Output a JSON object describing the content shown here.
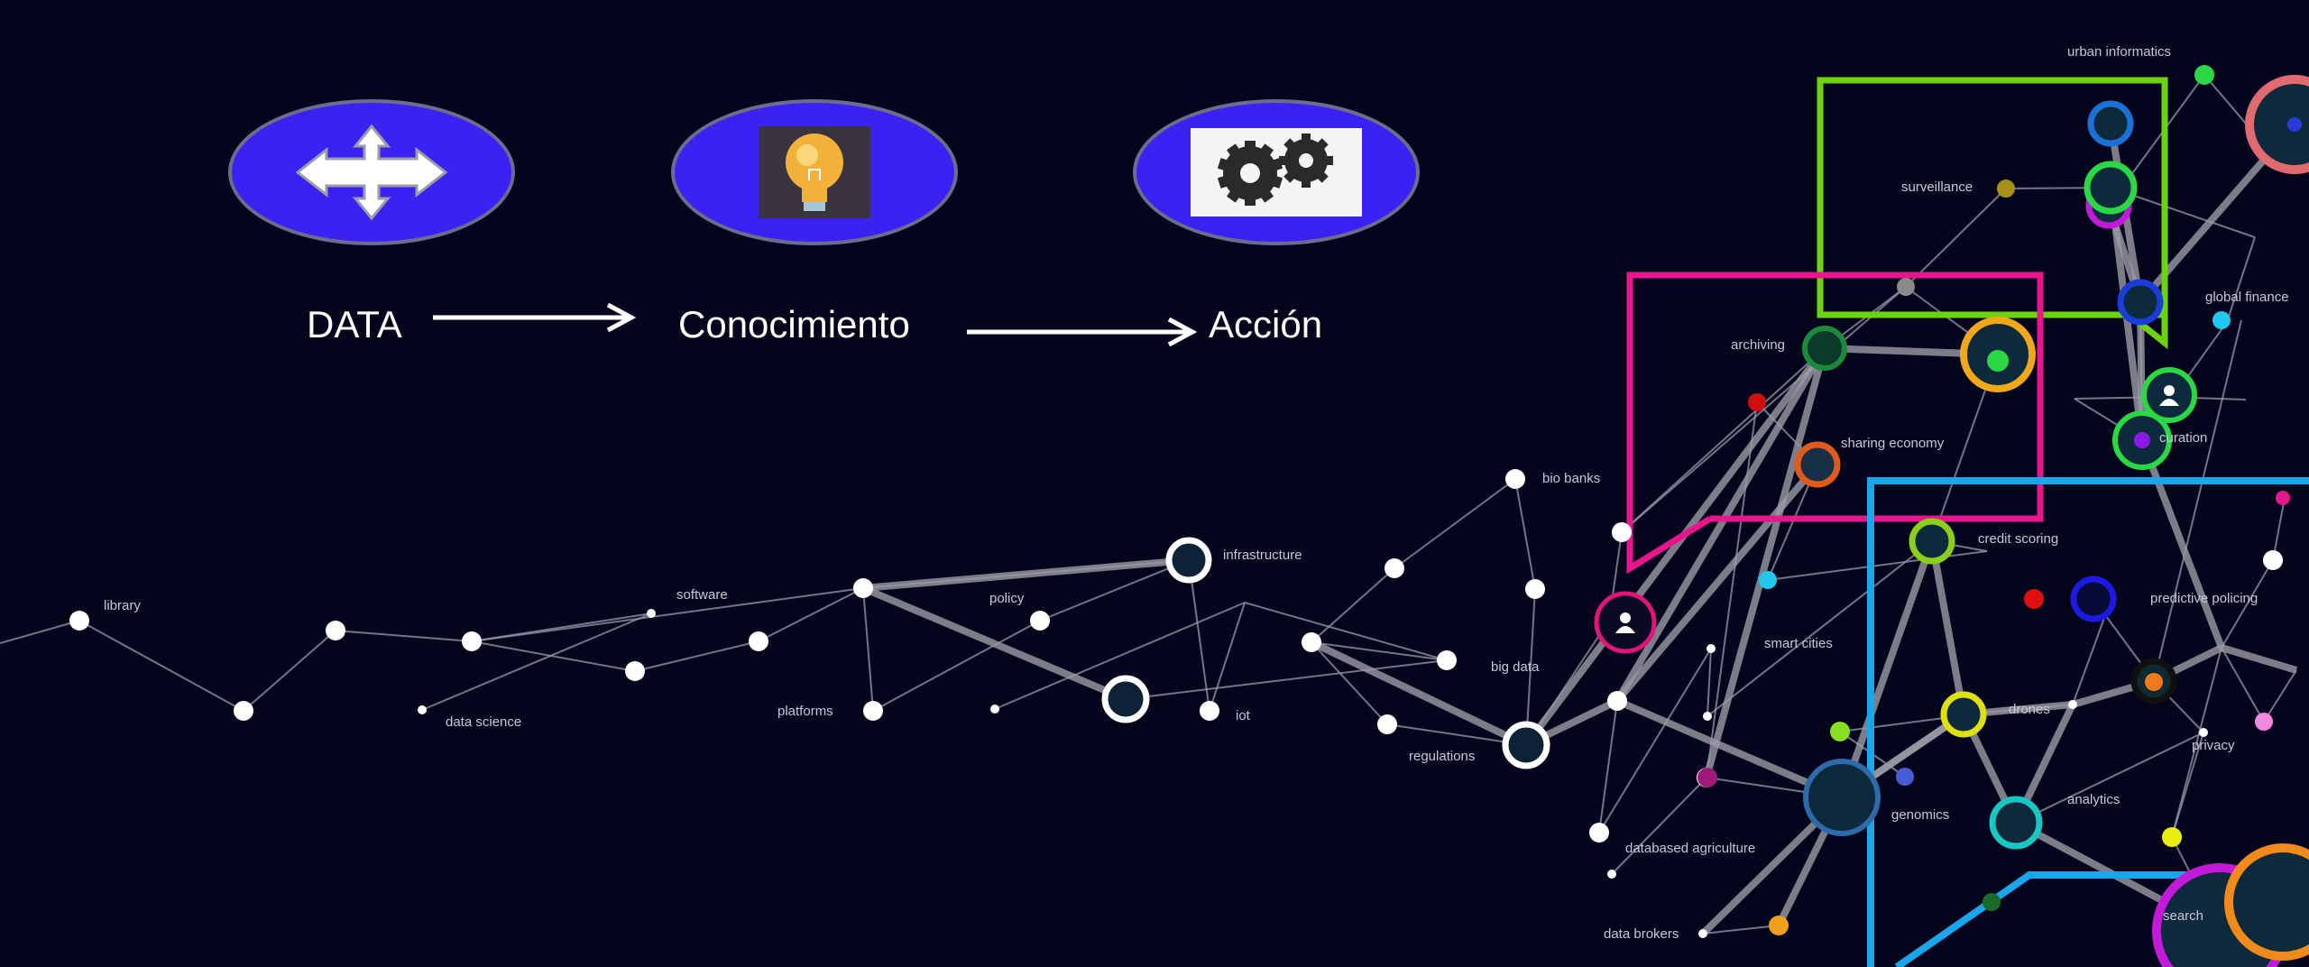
{
  "flow": {
    "steps": [
      {
        "label": "DATA",
        "icon": "four-way-arrows-icon"
      },
      {
        "label": "Conocimiento",
        "icon": "lightbulb-icon"
      },
      {
        "label": "Acción",
        "icon": "gears-icon"
      }
    ],
    "oval_color": "#3a22f2"
  },
  "network": {
    "labels": {
      "library": "library",
      "data_science": "data science",
      "software": "software",
      "platforms": "platforms",
      "policy": "policy",
      "infrastructure": "infrastructure",
      "iot": "iot",
      "bio_banks": "bio banks",
      "big_data": "big data",
      "regulations": "regulations",
      "databased_agriculture": "databased agriculture",
      "data_brokers": "data brokers",
      "archiving": "archiving",
      "sharing_economy": "sharing economy",
      "credit_scoring": "credit scoring",
      "smart_cities": "smart cities",
      "drones": "drones",
      "genomics": "genomics",
      "analytics": "analytics",
      "search": "search",
      "privacy": "privacy",
      "predictive_policing": "predictive policing",
      "curation": "curation",
      "global_finance": "global finance",
      "surveillance": "surveillance",
      "urban_informatics": "urban informatics"
    },
    "frame_colors": {
      "green": "#6cd40c",
      "magenta": "#e8158c",
      "blue": "#1aa6ea"
    }
  }
}
